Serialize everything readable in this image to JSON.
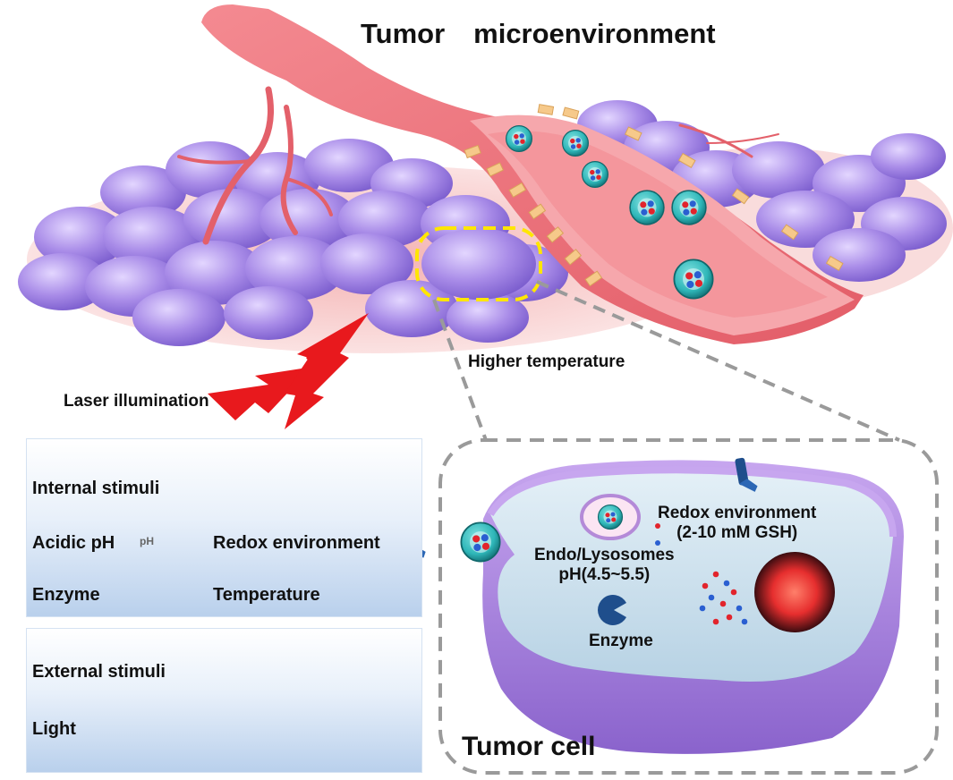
{
  "title": {
    "word1": "Tumor",
    "word2": "microenvironment"
  },
  "labels": {
    "higher_temperature": "Higher temperature",
    "laser_illumination": "Laser illumination",
    "tumor_cell": "Tumor cell",
    "endo_lysosomes": "Endo/Lysosomes",
    "endo_ph": "pH(4.5~5.5)",
    "redox_line1": "Redox environment",
    "redox_line2": "(2-10 mM GSH)",
    "cell_enzyme": "Enzyme"
  },
  "internal_stimuli": {
    "heading": "Internal stimuli",
    "items": {
      "acidic_ph": "Acidic pH",
      "ph_badge": "pH",
      "redox": "Redox environment",
      "enzyme": "Enzyme",
      "temperature": "Temperature"
    }
  },
  "external_stimuli": {
    "heading": "External stimuli",
    "items": {
      "light": "Light"
    }
  },
  "colors": {
    "tumor_cells": "#a98ce8",
    "vessel": "#ef6f78",
    "vessel_inner": "#f39aa0",
    "nanoparticle": "#2fb7b9",
    "laser": "#e8191d",
    "highlight": "#ffe600",
    "dashed_box": "#9a9a9a",
    "cytoplasm": "#cfe3ef",
    "cell_membrane": "#a47fd6",
    "enzyme_icon": "#1f4e8c",
    "nucleus": "#e62e2e"
  },
  "icons": [
    "lightning-icon",
    "ph-indicator-icon",
    "redox-tube-icon",
    "enzyme-pacman-icon",
    "thermometer-icon",
    "nanoparticle-icon",
    "nucleus-icon"
  ]
}
